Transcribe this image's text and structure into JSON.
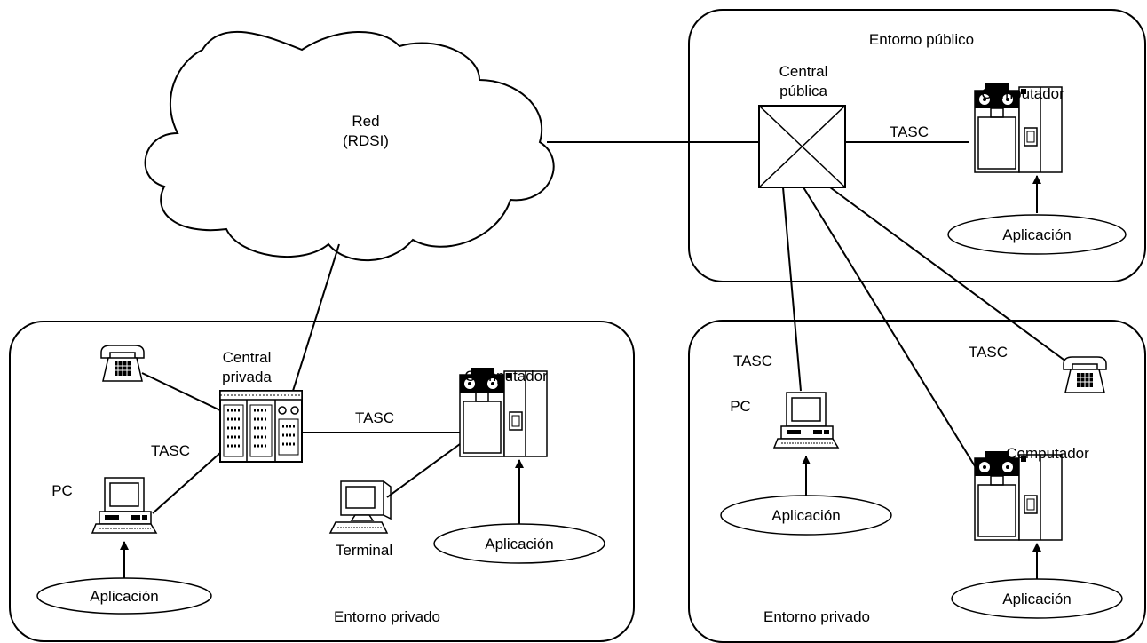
{
  "network": {
    "name": "Red",
    "sub": "(RDSI)"
  },
  "public_env": {
    "title": "Entorno público",
    "exchange": {
      "line1": "Central",
      "line2": "pública"
    },
    "link": "TASC",
    "computer": "Computador",
    "application": "Aplicación"
  },
  "private_env_left": {
    "title": "Entorno privado",
    "exchange": {
      "line1": "Central",
      "line2": "privada"
    },
    "link_pc": "TASC",
    "link_computer": "TASC",
    "pc": "PC",
    "computer": "Computador",
    "terminal": "Terminal",
    "app_pc": "Aplicación",
    "app_computer": "Aplicación"
  },
  "private_env_right": {
    "title": "Entorno privado",
    "link_pc": "TASC",
    "link_phone": "TASC",
    "pc": "PC",
    "computer": "Computador",
    "app_pc": "Aplicación",
    "app_computer": "Aplicación"
  }
}
